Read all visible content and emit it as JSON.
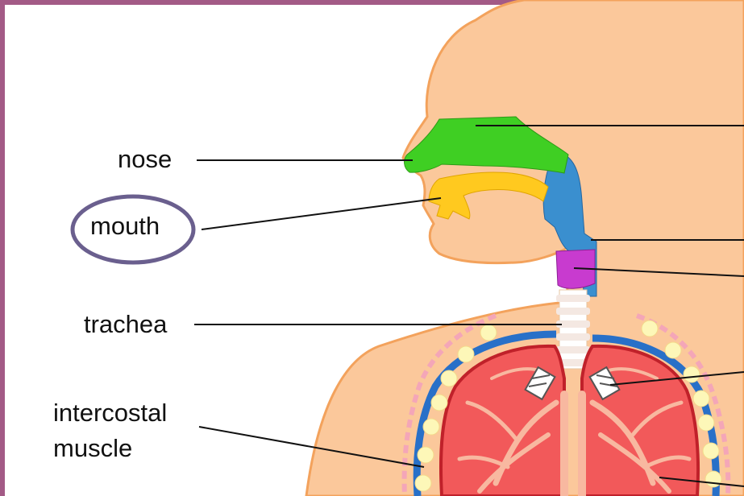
{
  "labels": {
    "nose": "nose",
    "mouth": "mouth",
    "trachea": "trachea",
    "intercostal_line1": "intercostal",
    "intercostal_line2": "muscle"
  },
  "colors": {
    "frame": "#a35a86",
    "skin": "#fbc89b",
    "skin_outline": "#f3a25c",
    "nasal_cavity": "#3fcf23",
    "oral_cavity": "#ffc91f",
    "pharynx": "#3a8fcf",
    "larynx": "#c83bcf",
    "lung": "#f2595a",
    "lung_outline": "#c0212a",
    "pleura": "#2870c8",
    "rib": "#fdf7b8",
    "highlight_circle": "#6a5f8e"
  }
}
